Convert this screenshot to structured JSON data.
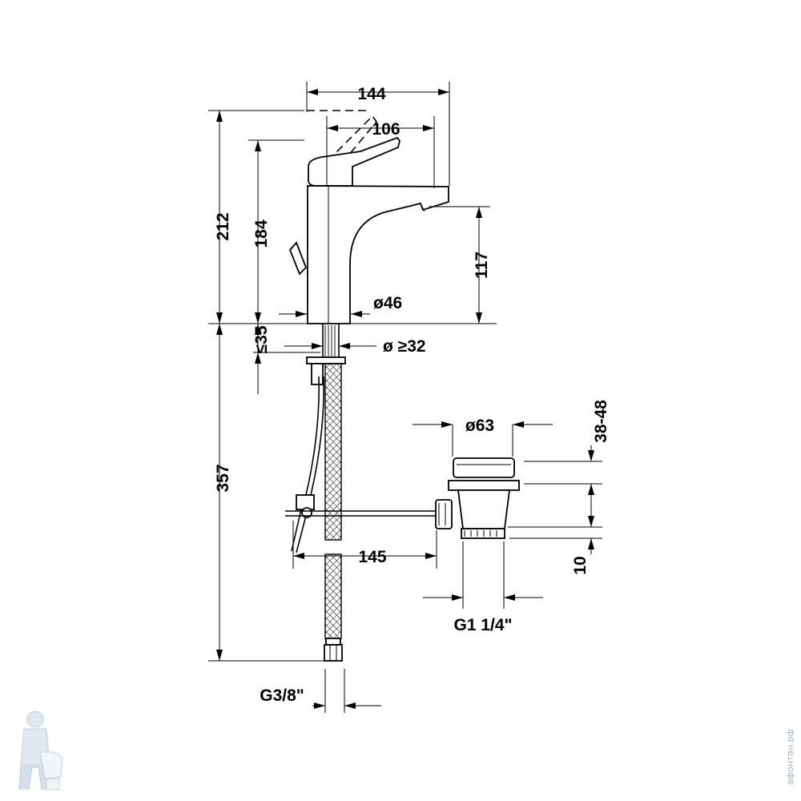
{
  "dimensions": {
    "spout_reach_total": "144",
    "spout_reach_lever": "106",
    "total_height": "212",
    "height_to_lever": "184",
    "spout_outlet_height": "117",
    "body_diameter": "ø46",
    "deck_thickness": "≤35",
    "hole_diameter": "ø ≥32",
    "hose_length": "357",
    "popup_diameter": "ø63",
    "basin_thickness": "38-48",
    "drain_offset": "145",
    "thread_height": "10",
    "drain_thread": "G1 1/4\"",
    "supply_thread": "G3/8\""
  },
  "watermark": {
    "text": "афонтан.рф",
    "icon": "plumber-mascot-icon"
  },
  "colors": {
    "line": "#000000",
    "background": "#ffffff",
    "watermark": "#9fb6c8"
  }
}
